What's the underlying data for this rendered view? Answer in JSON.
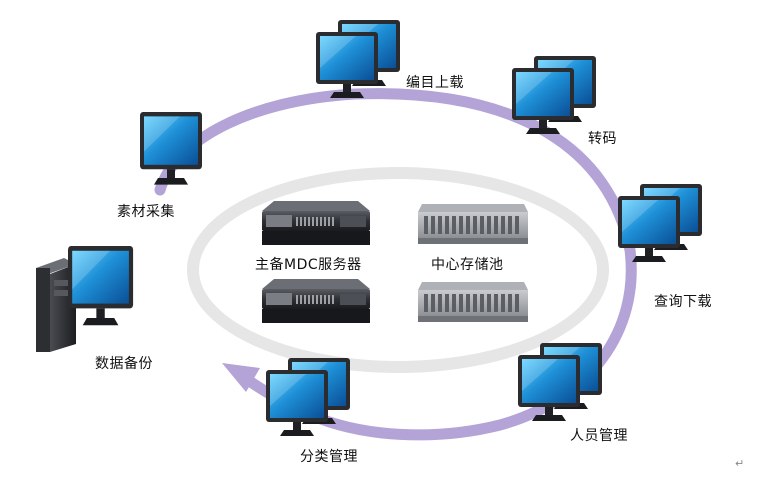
{
  "diagram": {
    "nodes": [
      {
        "id": "edit-upload",
        "label": "编目上载"
      },
      {
        "id": "transcode",
        "label": "转码"
      },
      {
        "id": "material-capture",
        "label": "素材采集"
      },
      {
        "id": "query-download",
        "label": "查询下载"
      },
      {
        "id": "data-backup",
        "label": "数据备份"
      },
      {
        "id": "user-management",
        "label": "人员管理"
      },
      {
        "id": "category-management",
        "label": "分类管理"
      }
    ],
    "center": {
      "server_label": "主备MDC服务器",
      "storage_label": "中心存储池"
    },
    "colors": {
      "ring": "#b3a3d6",
      "inner_ellipse": "#e6e6e6",
      "monitor_frame": "#2d2f33",
      "screen_top": "#39b3ec",
      "screen_bottom": "#0d5fa8"
    }
  },
  "footer": {
    "return_mark": "↵"
  }
}
